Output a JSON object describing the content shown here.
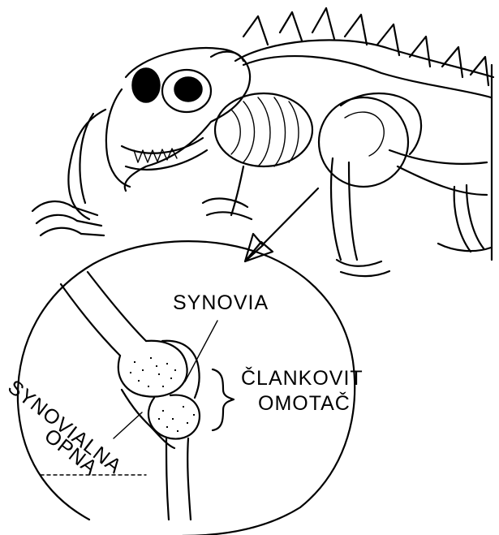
{
  "labels": {
    "synovia": "SYNOVIA",
    "clankovit_line1": "ČLANKOVIT",
    "clankovit_line2": "OMOTAČ",
    "synovialna": "SYNOVIALNA",
    "opna": "OPNA"
  },
  "colors": {
    "ink": "#000000",
    "background": "#ffffff"
  }
}
